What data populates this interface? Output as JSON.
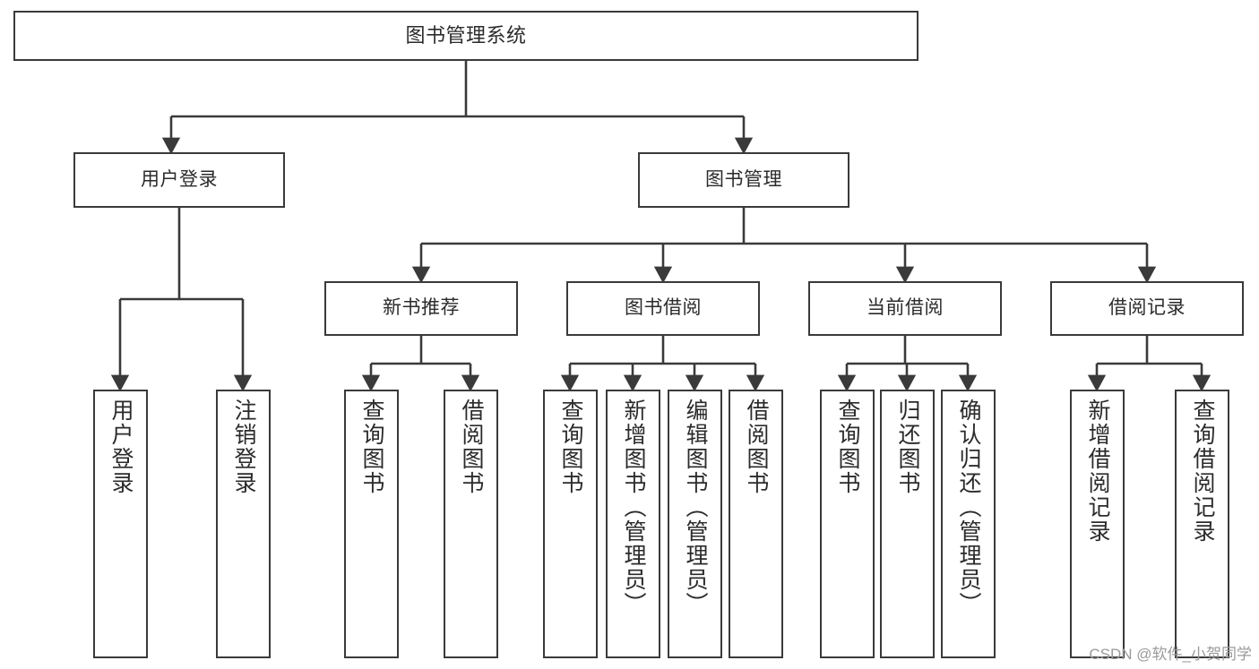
{
  "diagram": {
    "type": "tree-hierarchy-chart",
    "title": "图书管理系统",
    "colors": {
      "background": "#ffffff",
      "box_border": "#3a3a3a",
      "box_fill": "#ffffff",
      "text": "#2b2b2b",
      "edge": "#3a3a3a",
      "watermark": "#9a9a9a"
    },
    "levels": 4
  },
  "watermark": {
    "text": "CSDN @软件_小贺同学"
  },
  "nodes": {
    "root": {
      "label": "图书管理系统",
      "orientation": "horizontal"
    },
    "level2": [
      {
        "id": "user-login",
        "label": "用户登录",
        "orientation": "horizontal"
      },
      {
        "id": "book-manage",
        "label": "图书管理",
        "orientation": "horizontal"
      }
    ],
    "level3": [
      {
        "id": "new-book-rec",
        "label": "新书推荐",
        "orientation": "horizontal"
      },
      {
        "id": "book-borrow",
        "label": "图书借阅",
        "orientation": "horizontal"
      },
      {
        "id": "current-borrow",
        "label": "当前借阅",
        "orientation": "horizontal"
      },
      {
        "id": "borrow-record",
        "label": "借阅记录",
        "orientation": "horizontal"
      }
    ],
    "leaves": [
      {
        "id": "leaf-user-login",
        "parent": "user-login",
        "label": "用户登录",
        "orientation": "vertical"
      },
      {
        "id": "leaf-user-logout",
        "parent": "user-login",
        "label": "注销登录",
        "orientation": "vertical"
      },
      {
        "id": "leaf-query-book-1",
        "parent": "new-book-rec",
        "label": "查询图书",
        "orientation": "vertical"
      },
      {
        "id": "leaf-borrow-book-1",
        "parent": "new-book-rec",
        "label": "借阅图书",
        "orientation": "vertical"
      },
      {
        "id": "leaf-query-book-2",
        "parent": "book-borrow",
        "label": "查询图书",
        "orientation": "vertical"
      },
      {
        "id": "leaf-add-book",
        "parent": "book-borrow",
        "label": "新增图书（管理员）",
        "orientation": "vertical"
      },
      {
        "id": "leaf-edit-book",
        "parent": "book-borrow",
        "label": "编辑图书（管理员）",
        "orientation": "vertical"
      },
      {
        "id": "leaf-borrow-book-2",
        "parent": "book-borrow",
        "label": "借阅图书",
        "orientation": "vertical"
      },
      {
        "id": "leaf-query-book-3",
        "parent": "current-borrow",
        "label": "查询图书",
        "orientation": "vertical"
      },
      {
        "id": "leaf-return-book",
        "parent": "current-borrow",
        "label": "归还图书",
        "orientation": "vertical"
      },
      {
        "id": "leaf-confirm-return",
        "parent": "current-borrow",
        "label": "确认归还（管理员）",
        "orientation": "vertical"
      },
      {
        "id": "leaf-add-record",
        "parent": "borrow-record",
        "label": "新增借阅记录",
        "orientation": "vertical"
      },
      {
        "id": "leaf-query-record",
        "parent": "borrow-record",
        "label": "查询借阅记录",
        "orientation": "vertical"
      }
    ]
  }
}
